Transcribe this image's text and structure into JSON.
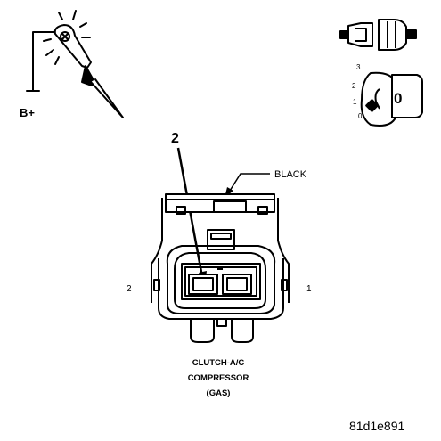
{
  "test_light": {
    "label": "B+"
  },
  "key_switch": {
    "positions": [
      "3",
      "2",
      "1",
      "0"
    ],
    "key_mark": "0"
  },
  "callout": {
    "number": "2",
    "wire_color": "BLACK"
  },
  "connector": {
    "pin_left": "2",
    "pin_right": "1",
    "caption_line1": "CLUTCH-A/C",
    "caption_line2": "COMPRESSOR",
    "caption_line3": "(GAS)"
  },
  "figure_id": "81d1e891"
}
